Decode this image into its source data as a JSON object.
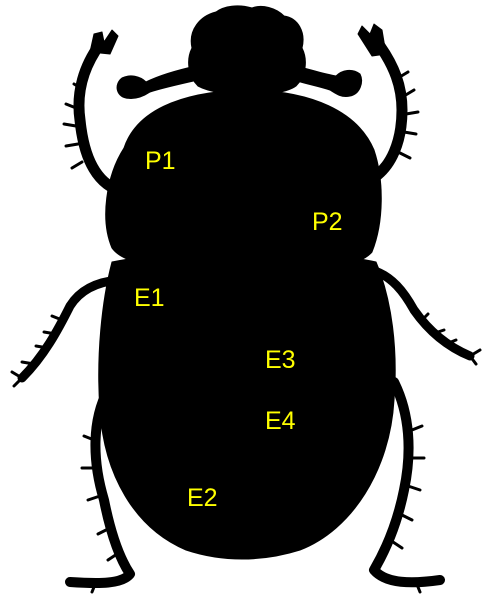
{
  "colors": {
    "background": "#ffffff",
    "silhouette": "#000000",
    "label": "#ffff00"
  },
  "labels": {
    "p1": "P1",
    "p2": "P2",
    "e1": "E1",
    "e2": "E2",
    "e3": "E3",
    "e4": "E4"
  }
}
